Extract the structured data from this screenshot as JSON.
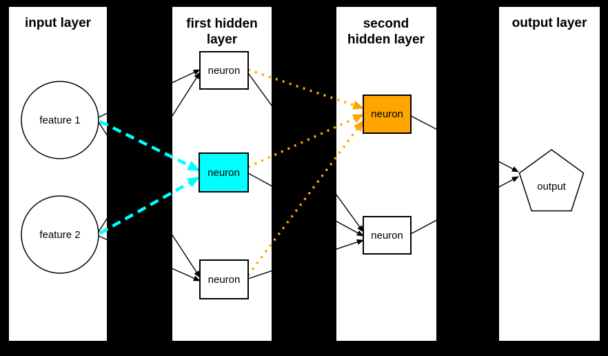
{
  "diagram": {
    "kind": "neural-network-diagram",
    "colors": {
      "background": "#000000",
      "panel": "#ffffff",
      "outline": "#000000",
      "cyan": "#00ffff",
      "orange": "#ffa500",
      "white": "#ffffff"
    },
    "layers": [
      {
        "name": "input",
        "title": "input layer"
      },
      {
        "name": "hidden1",
        "title_lines": [
          "first hidden",
          "layer"
        ]
      },
      {
        "name": "hidden2",
        "title_lines": [
          "second",
          "hidden layer"
        ]
      },
      {
        "name": "output",
        "title": "output layer"
      }
    ],
    "nodes": {
      "feature1": {
        "label": "feature 1",
        "shape": "circle",
        "fill": "#ffffff"
      },
      "feature2": {
        "label": "feature 2",
        "shape": "circle",
        "fill": "#ffffff"
      },
      "h1_top": {
        "label": "neuron",
        "shape": "rect",
        "fill": "#ffffff"
      },
      "h1_mid": {
        "label": "neuron",
        "shape": "rect",
        "fill": "#00ffff"
      },
      "h1_bot": {
        "label": "neuron",
        "shape": "rect",
        "fill": "#ffffff"
      },
      "h2_top": {
        "label": "neuron",
        "shape": "rect",
        "fill": "#ffa500"
      },
      "h2_bot": {
        "label": "neuron",
        "shape": "rect",
        "fill": "#ffffff"
      },
      "output": {
        "label": "output",
        "shape": "pentagon",
        "fill": "#ffffff"
      }
    },
    "edges": [
      {
        "from": "feature1",
        "to": "h1_top",
        "style": "solid-black-arrow"
      },
      {
        "from": "feature1",
        "to": "h1_mid",
        "style": "dashed-cyan-arrow"
      },
      {
        "from": "feature1",
        "to": "h1_bot",
        "style": "solid-black-arrow"
      },
      {
        "from": "feature2",
        "to": "h1_top",
        "style": "solid-black-arrow"
      },
      {
        "from": "feature2",
        "to": "h1_mid",
        "style": "dashed-cyan-arrow"
      },
      {
        "from": "feature2",
        "to": "h1_bot",
        "style": "solid-black-arrow"
      },
      {
        "from": "h1_top",
        "to": "h2_top",
        "style": "dotted-orange-arrow"
      },
      {
        "from": "h1_mid",
        "to": "h2_top",
        "style": "dotted-orange-arrow"
      },
      {
        "from": "h1_bot",
        "to": "h2_top",
        "style": "dotted-orange-arrow"
      },
      {
        "from": "h1_top",
        "to": "h2_bot",
        "style": "solid-black-arrow"
      },
      {
        "from": "h1_mid",
        "to": "h2_bot",
        "style": "solid-black-arrow"
      },
      {
        "from": "h1_bot",
        "to": "h2_bot",
        "style": "solid-black-arrow"
      },
      {
        "from": "h2_top",
        "to": "output",
        "style": "solid-black-arrow"
      },
      {
        "from": "h2_bot",
        "to": "output",
        "style": "solid-black-arrow"
      }
    ]
  }
}
